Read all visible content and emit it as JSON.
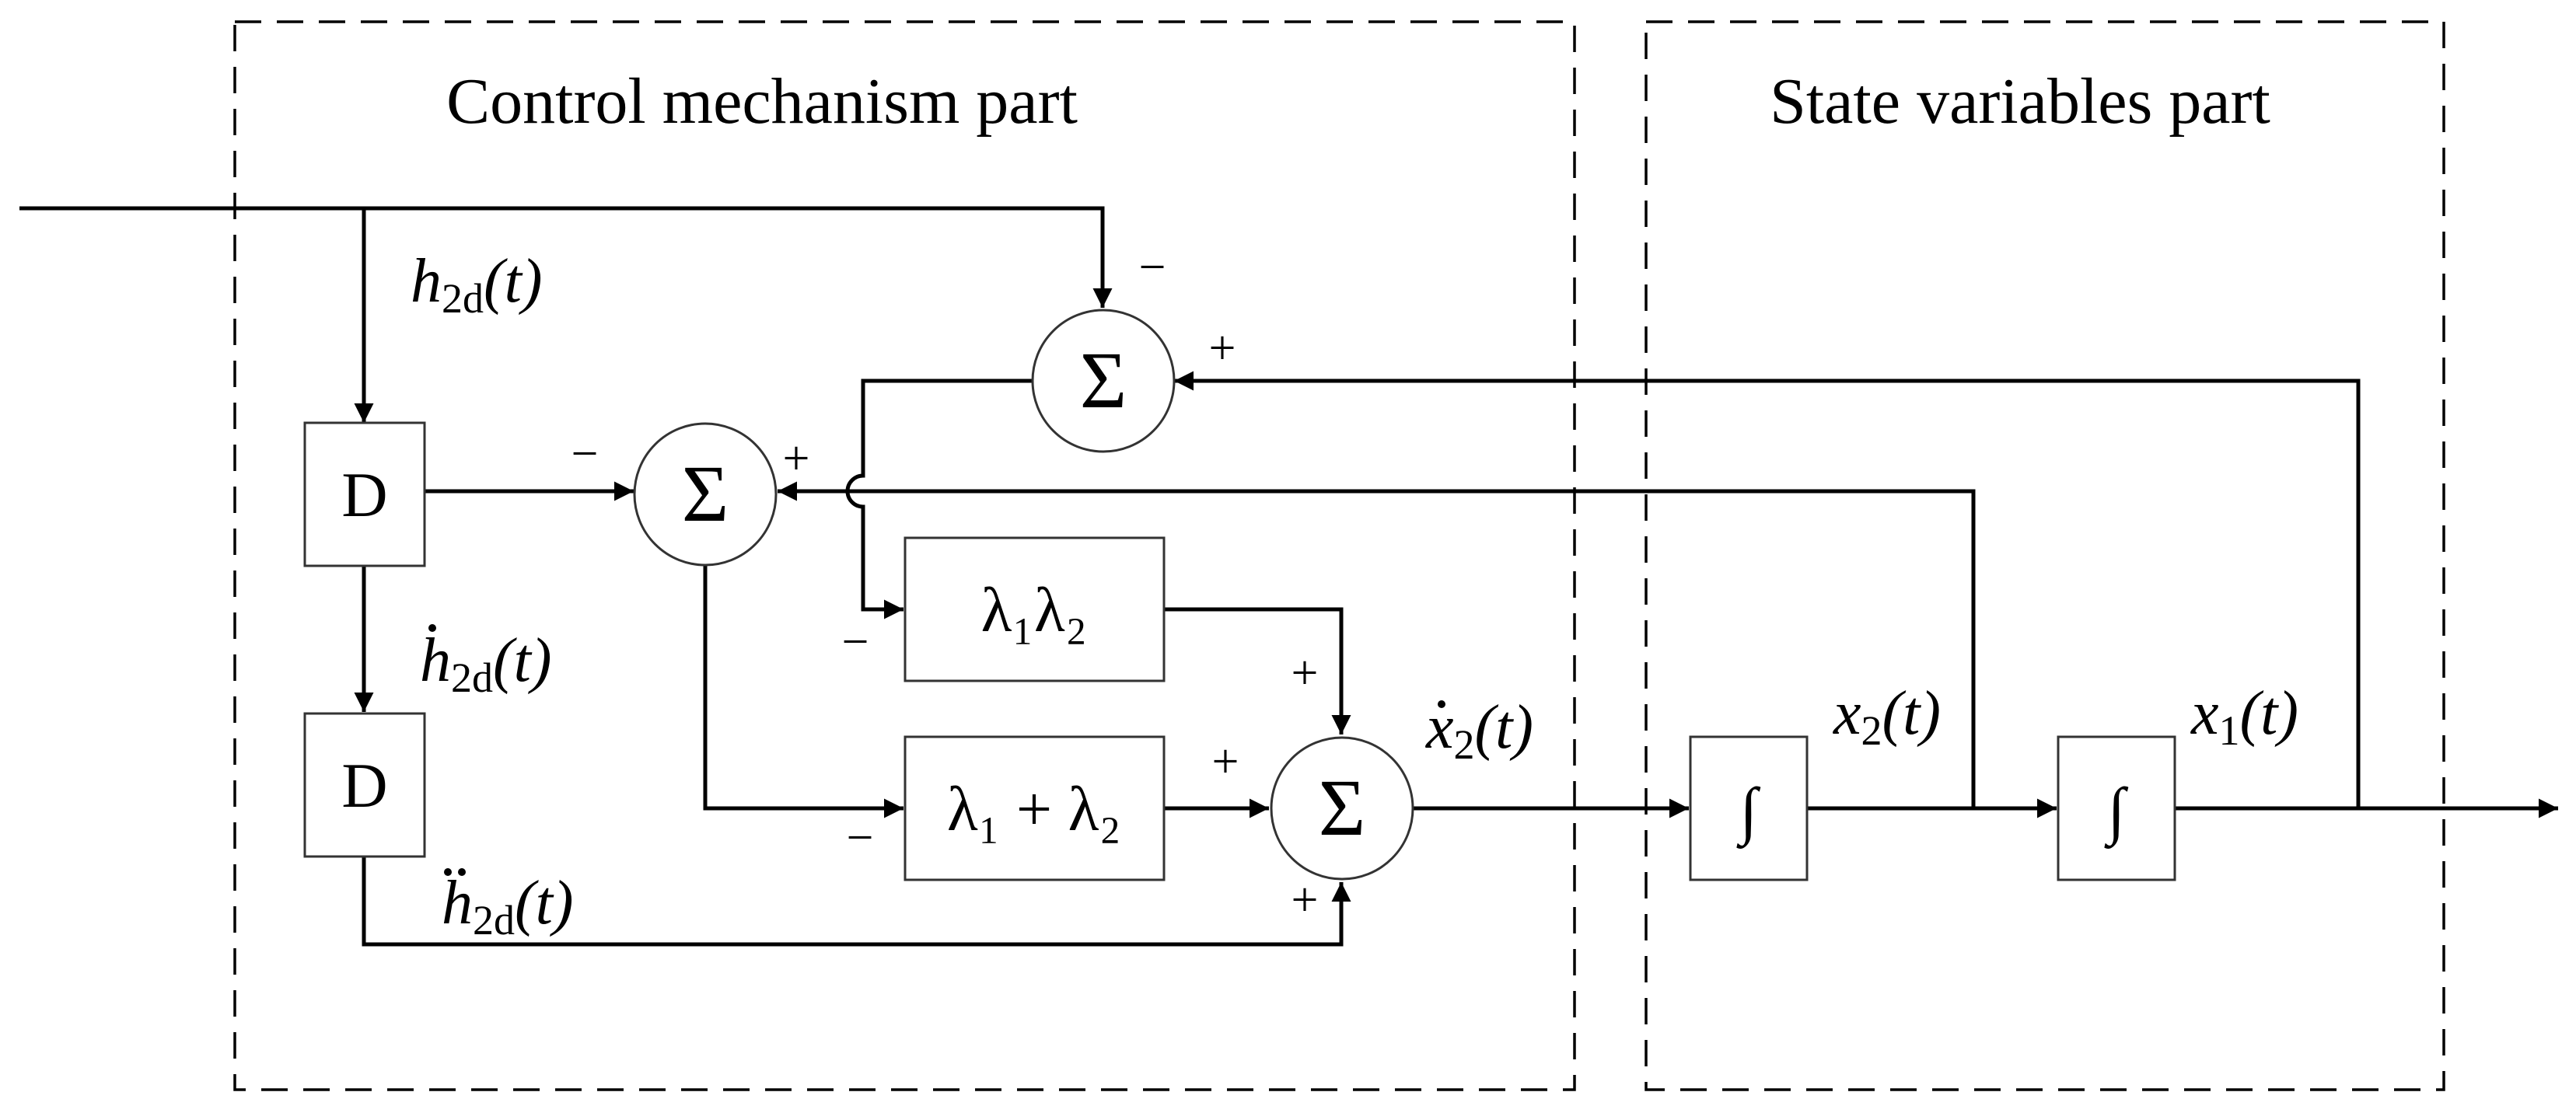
{
  "sections": {
    "control_title": "Control mechanism part",
    "state_title": "State variables part"
  },
  "signals": {
    "h": "h",
    "h_sub": "2d",
    "t_paren": "(t)",
    "x": "x",
    "x1_sub": "1",
    "x2_sub": "2"
  },
  "blocks": {
    "d_top": "D",
    "d_bottom": "D",
    "lambda_prod": "λ₁λ₂",
    "lambda_sum": "λ₁ + λ₂",
    "int_left": "∫",
    "int_right": "∫"
  },
  "summers": {
    "symbol": "Σ"
  },
  "signs": {
    "minus": "−",
    "plus": "+"
  }
}
